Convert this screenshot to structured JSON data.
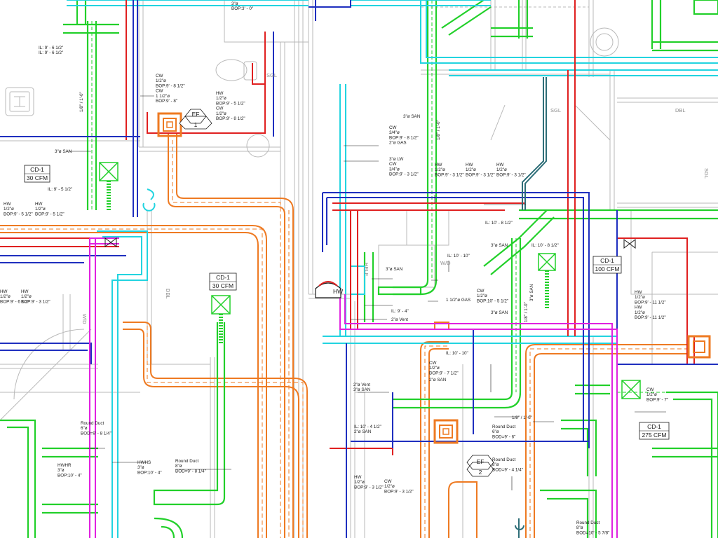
{
  "colors": {
    "background": "#ffffff",
    "architecture": "#b9b9b9",
    "hot_water": "#e02020",
    "cold_water": "#1f2fbf",
    "hot_water_recirc": "#e020e0",
    "vent_waste": "#22d02a",
    "sanitary_cyan": "#22d4e0",
    "gas_teal": "#2e6e78",
    "duct": "#ee7a22"
  },
  "icons": [
    "exhaust-fan-icon",
    "ceiling-diffuser-icon",
    "water-heater-icon",
    "valve-icon"
  ],
  "tags": {
    "cd1_a": {
      "name": "CD-1",
      "cfm": "30 CFM"
    },
    "cd1_b": {
      "name": "CD-1",
      "cfm": "30 CFM"
    },
    "cd1_c": {
      "name": "CD-1",
      "cfm": "100 CFM"
    },
    "cd1_d": {
      "name": "CD-1",
      "cfm": "275 CFM"
    },
    "ef_1": {
      "name": "EF",
      "num": "1"
    },
    "ef_2": {
      "name": "EF",
      "num": "2"
    },
    "hw_heater": "HW"
  },
  "rooms": {
    "sgl_top_left": "SGL",
    "sgl_top_right": "SGL",
    "dbl_top_right": "DBL",
    "sgl_right": "SGL",
    "dbl_mid": "DBL",
    "wd_left": "W/D",
    "wd_mid": "W/D",
    "help": "HELF"
  },
  "labels": {
    "top_bop": "3\"ø\nBOP:3' - 0\"",
    "il_top_left": "IL: 9' - 6 1/2\"\nIL: 9' - 6 1/2\"",
    "slope_left": "1/8\" / 1'-0\"",
    "cw_hw_center_left": "CW\n1/2\"ø\nBOP:9' - 8 1/2\"\nCW\n1 1/2\"ø\nBOP:9' - 8\"",
    "hw_cw_right_of_ef1": "HW\n1/2\"ø\nBOP:9' - 5 1/2\"\nCW\n1/2\"ø\nBOP:9' - 8 1/2\"",
    "san_left": "3\"ø SAN",
    "il_left_mid": "IL: 9' - 5 1/2\"",
    "hw_left_pair": "HW\n1/2\"ø\nBOP:9' - 5 1/2\"",
    "hw_left_pair_b": "HW\n1/2\"ø\nBOP:9' - 5 1/2\"",
    "hw_far_left": "HW\n1/2\"ø\nBOP:9' - 6 1/2\"",
    "hw_far_left_b": "HW\n1/2\"ø\nBOP:9' - 3 1/2\"",
    "san_center_top": "3\"ø SAN",
    "cw_gas_center": "CW\n3/4\"ø\nBOP:9' - 8 1/2\"\n2\"ø GAS",
    "slope_center": "1/8\" / 1'-0\"",
    "lw_cw_center": "3\"ø LW\nCW\n3/4\"ø\nBOP:9' - 3 1/2\"",
    "hw_row_1": "HW\n1/2\"ø\nBOP:9' - 3 1/2\"",
    "hw_row_2": "HW\n1/2\"ø\nBOP:9' - 3 1/2\"",
    "hw_row_3": "HW\n1/2\"ø\nBOP:9' - 3 1/2\"",
    "il_10_8": "IL: 10' - 8 1/2\"",
    "il_10_8_b": "IL: 10' - 8 1/2\"",
    "san_3_a": "3\"ø SAN",
    "il_10_10": "IL: 10' - 10\"",
    "san_3_b": "3\"ø SAN",
    "gas_1_5": "1 1/2\"ø GAS",
    "cw_right_center": "CW\n1/2\"ø\nBOP:10' - 5 1/2\"",
    "san_3_c": "3\"ø SAN",
    "il_9_4": "IL: 9' - 4\"",
    "vent_2": "2\"ø Vent",
    "slope_vert_right": "1/8\" / 1'-0\"",
    "san_3_vert": "3\"ø SAN",
    "hw_right_edge": "HW\n1/2\"ø\nBOP:9' - 11 1/2\"\nHW\n1/2\"ø\nBOP:9' - 11 1/2\"",
    "il_10_10_b": "IL: 10' - 10\"",
    "cw_low_center": "CW\n1/2\"ø\nBOP:9' - 7 1/2\"",
    "san_2": "2\"ø SAN",
    "vent_san_2": "2\"ø Vent\n3\"ø SAN",
    "il_10_4": "IL: 10' - 4 1/2\"\n2\"ø SAN",
    "slope_h_lower": "1/8\" / 1'-0\"",
    "round_duct_6": "Round Duct\n6\"ø\nBOD=9' - 6\"",
    "cw_right_lower": "CW\n1/2\"ø\nBOP:9' - 7\"",
    "round_duct_8_center": "Round Duct\n8\"ø\nBOD=9' - 4 1/4\"",
    "hw_cw_bottom": "HW\n1/2\"ø\nBOP:9' - 3 1/2\"",
    "hw_cw_bottom_b": "CW\n1/2\"ø\nBOP:9' - 3 1/2\"",
    "round_duct_6_left": "Round Duct\n6\"ø\nBOD=9' - 8 1/4\"",
    "hwhr": "HWHR\n3\"ø\nBOP:10' - 4\"",
    "hwhs": "HWHS\n3\"ø\nBOP:10' - 4\"",
    "round_duct_8_left": "Round Duct\n8\"ø\nBOD=9' - 8 1/4\"",
    "round_duct_bottom_right": "Round Duct\n8\"ø\nBOD=10' - 5 7/8\""
  }
}
